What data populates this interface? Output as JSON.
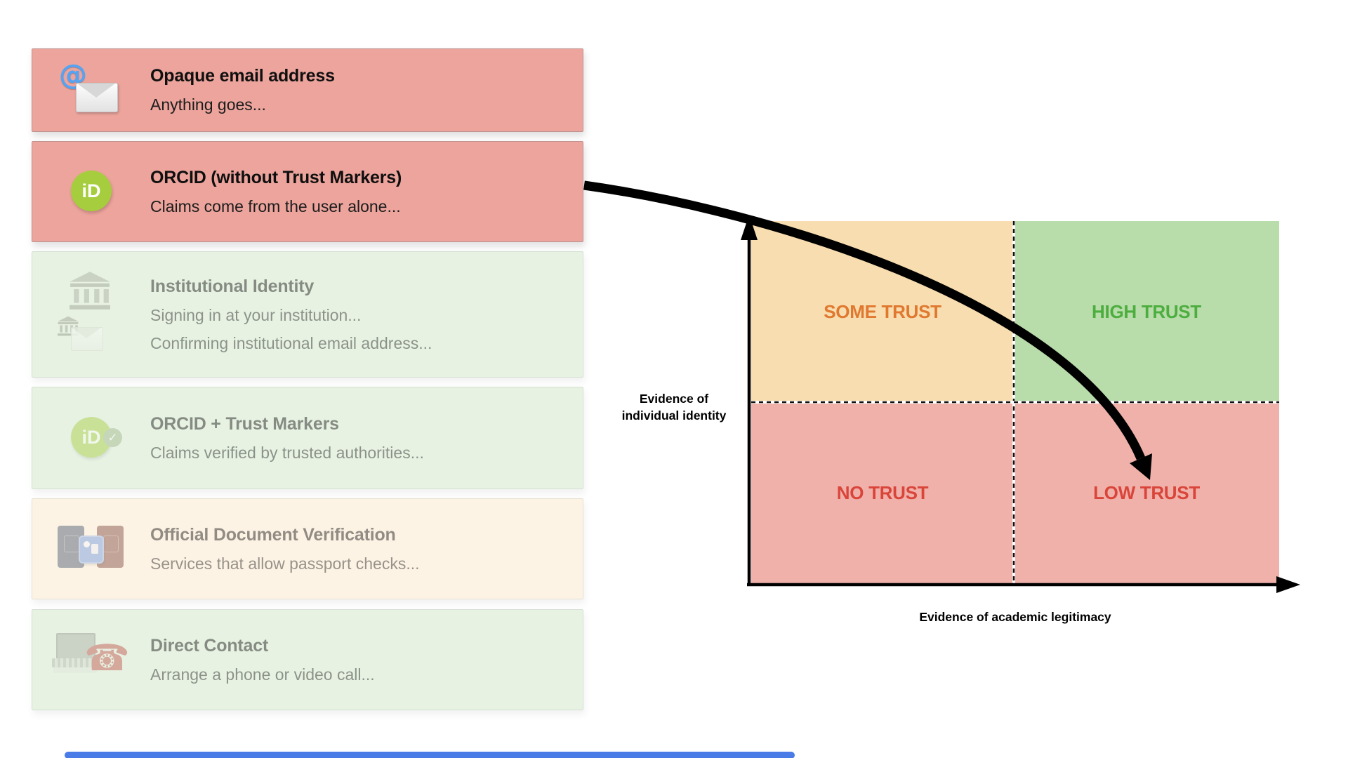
{
  "cards": [
    {
      "title": "Opaque email address",
      "lines": [
        "Anything goes..."
      ],
      "state": "highlighted",
      "bg": "#eca49c",
      "icon": "email-at-icon"
    },
    {
      "title": "ORCID (without Trust Markers)",
      "lines": [
        "Claims come from the user alone..."
      ],
      "state": "highlighted",
      "bg": "#eca49c",
      "icon": "orcid-id-icon"
    },
    {
      "title": "Institutional Identity",
      "lines": [
        "Signing in at your institution...",
        "Confirming institutional email address..."
      ],
      "state": "faded",
      "bg": "#e7f2e3",
      "icon": "institution-icon"
    },
    {
      "title": "ORCID + Trust Markers",
      "lines": [
        "Claims verified by trusted authorities..."
      ],
      "state": "faded",
      "bg": "#e7f2e3",
      "icon": "orcid-verified-icon"
    },
    {
      "title": "Official Document Verification",
      "lines": [
        "Services that allow passport checks..."
      ],
      "state": "faded",
      "bg": "#fdf3e4",
      "icon": "passport-check-icon"
    },
    {
      "title": "Direct Contact",
      "lines": [
        "Arrange a phone or video call..."
      ],
      "state": "faded",
      "bg": "#e7f2e3",
      "icon": "laptop-telephone-icon"
    }
  ],
  "chart": {
    "type": "quadrant",
    "x_axis_label": "Evidence of academic legitimacy",
    "y_axis_label_lines": [
      "Evidence of",
      "individual identity"
    ],
    "quadrants": {
      "top_left": {
        "label": "SOME TRUST",
        "bg": "#f8ddb0",
        "color": "#e0782f"
      },
      "top_right": {
        "label": "HIGH TRUST",
        "bg": "#b9dcab",
        "color": "#4cae3e"
      },
      "bottom_left": {
        "label": "NO TRUST",
        "bg": "#f0b1aa",
        "color": "#d9453a"
      },
      "bottom_right": {
        "label": "LOW TRUST",
        "bg": "#f0b1aa",
        "color": "#d9453a"
      }
    },
    "annotation_arrow": {
      "from": "ORCID (without Trust Markers) card",
      "to": "LOW TRUST quadrant",
      "color": "#000000"
    }
  },
  "colors": {
    "orcid_green": "#a5cd3d",
    "at_blue": "#55a4f3",
    "axis_black": "#000000",
    "bottom_bar_blue": "#4a7ce8"
  }
}
